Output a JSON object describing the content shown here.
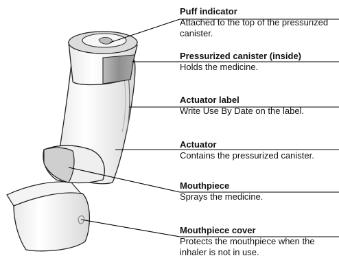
{
  "parts": [
    {
      "title": "Puff indicator",
      "description": "Attached to the top of the pressurized canister."
    },
    {
      "title": "Pressurized canister (inside)",
      "description": "Holds the medicine."
    },
    {
      "title": "Actuator label",
      "description": "Write Use By Date on the label."
    },
    {
      "title": "Actuator",
      "description": "Contains the pressurized canister."
    },
    {
      "title": "Mouthpiece",
      "description": "Sprays the medicine."
    },
    {
      "title": "Mouthpiece cover",
      "description": "Protects the mouthpiece when the inhaler is not in use."
    }
  ],
  "colors": {
    "canister_band": "#9a9a9a",
    "body_fill": "#fafafa",
    "outline": "#222222",
    "leader_line": "#000000"
  }
}
